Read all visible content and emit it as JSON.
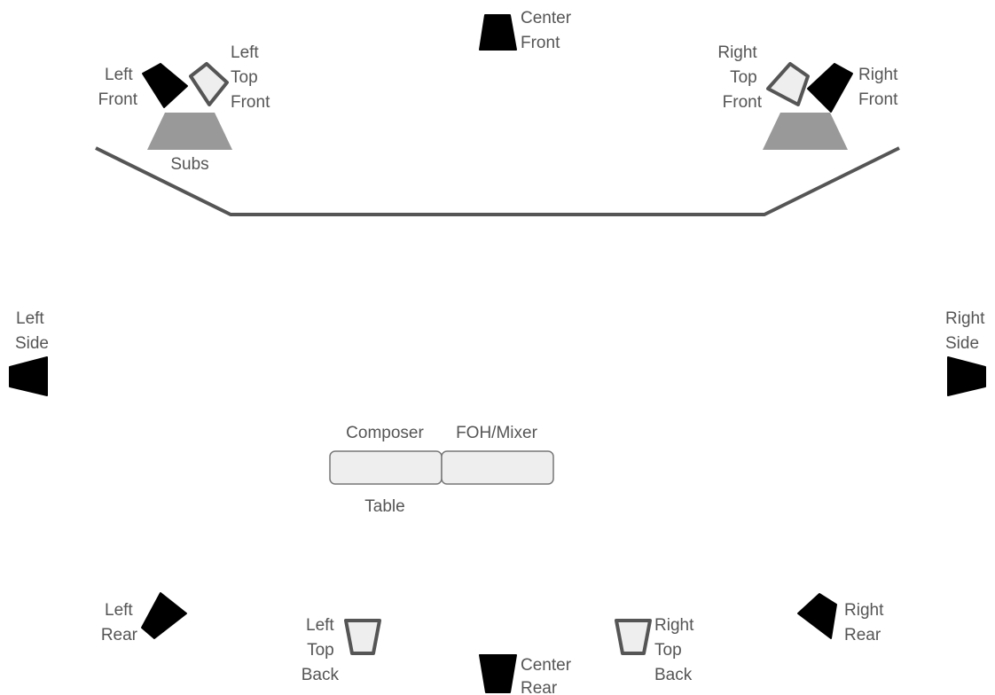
{
  "stage": {
    "subs_label": "Subs"
  },
  "speakers": {
    "center_front": [
      "Center",
      "Front"
    ],
    "left_front": [
      "Left",
      "Front"
    ],
    "left_top_front": [
      "Left",
      "Top",
      "Front"
    ],
    "right_top_front": [
      "Right",
      "Top",
      "Front"
    ],
    "right_front": [
      "Right",
      "Front"
    ],
    "left_side": [
      "Left",
      "Side"
    ],
    "right_side": [
      "Right",
      "Side"
    ],
    "left_rear": [
      "Left",
      "Rear"
    ],
    "right_rear": [
      "Right",
      "Rear"
    ],
    "left_top_back": [
      "Left",
      "Top",
      "Back"
    ],
    "right_top_back": [
      "Right",
      "Top",
      "Back"
    ],
    "center_rear": [
      "Center",
      "Rear"
    ]
  },
  "desk": {
    "composer_label": "Composer",
    "mixer_label": "FOH/Mixer",
    "table_label": "Table"
  },
  "colors": {
    "speaker": "#000000",
    "top_speaker_fill": "#eeeeee",
    "top_speaker_outline": "#555555",
    "subwoofer": "#999999",
    "stage_edge": "#555555",
    "table_fill": "#eeeeee",
    "label_text": "#555555"
  }
}
